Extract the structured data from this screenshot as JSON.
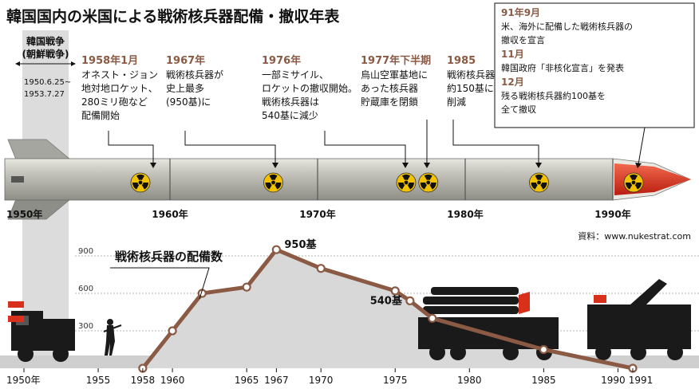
{
  "title": "韓国国内の米国による戦術核兵器配備・撤収年表",
  "source": "資料：www.nukestrat.com",
  "korean_war": {
    "label1": "韓国戦争",
    "label2": "(朝鮮戦争)",
    "date1": "1950.6.25~",
    "date2": "1953.7.27"
  },
  "events": [
    {
      "year": "1958年1月",
      "lines": [
        "オネスト・ジョン",
        "地対地ロケット、",
        "280ミリ砲など",
        "配備開始"
      ],
      "year_value": 1958.0
    },
    {
      "year": "1967年",
      "lines": [
        "戦術核兵器が",
        "史上最多",
        "(950基)に"
      ],
      "year_value": 1967.0
    },
    {
      "year": "1976年",
      "lines": [
        "一部ミサイル、",
        "ロケットの撤収開始。",
        "戦術核兵器は",
        "540基に減少"
      ],
      "year_value": 1976.0
    },
    {
      "year": "1977年下半期",
      "lines": [
        "烏山空軍基地に",
        "あった核兵器",
        "貯蔵庫を閉鎖"
      ],
      "year_value": 1977.5
    },
    {
      "year": "1985",
      "lines": [
        "戦術核兵器、",
        "約150基に",
        "削減"
      ],
      "year_value": 1985.0
    }
  ],
  "final_event": {
    "lines": [
      "91年9月",
      "米、海外に配備した戦術核兵器の",
      "撤収を宣言",
      "11月",
      "韓国政府「非核化宣言」を発表",
      "12月",
      "残る戦術核兵器約100基を",
      "全て撤収"
    ]
  },
  "timeline_labels": [
    "1950年",
    "1960年",
    "1970年",
    "1980年",
    "1990年"
  ],
  "radiation_markers": [
    1958,
    1967,
    1976,
    1977.5,
    1985,
    1991
  ],
  "colors": {
    "event_year": "#8a5a44",
    "line": "#8a5a44",
    "area": "#d4d4d4",
    "rocket_body": "#bdbdb6",
    "rocket_tip": "#d9301c",
    "nuke_yellow": "#f2c200",
    "ground": "#cfcfcf"
  },
  "chart_data": {
    "type": "line",
    "title": "戦術核兵器の配備数",
    "x": [
      1958,
      1960,
      1962,
      1965,
      1967,
      1970,
      1975,
      1976,
      1977.5,
      1985,
      1991
    ],
    "series": [
      {
        "values": [
          0,
          300,
          600,
          650,
          950,
          800,
          620,
          540,
          400,
          150,
          0
        ]
      }
    ],
    "yticks": [
      300,
      600,
      900
    ],
    "xtick_labels": [
      "1950年",
      "1955",
      "1958",
      "1960",
      "1965",
      "1967",
      "1970",
      "1975",
      "1980",
      "1985",
      "1990",
      "1991"
    ],
    "xtick_values": [
      1950,
      1955,
      1958,
      1960,
      1965,
      1967,
      1970,
      1975,
      1980,
      1985,
      1990,
      1991
    ],
    "annotations": [
      {
        "x": 1967,
        "y": 950,
        "text": "950基"
      },
      {
        "x": 1976,
        "y": 540,
        "text": "540基"
      }
    ],
    "xlim": [
      1950,
      1993
    ],
    "ylim": [
      0,
      1000
    ]
  }
}
